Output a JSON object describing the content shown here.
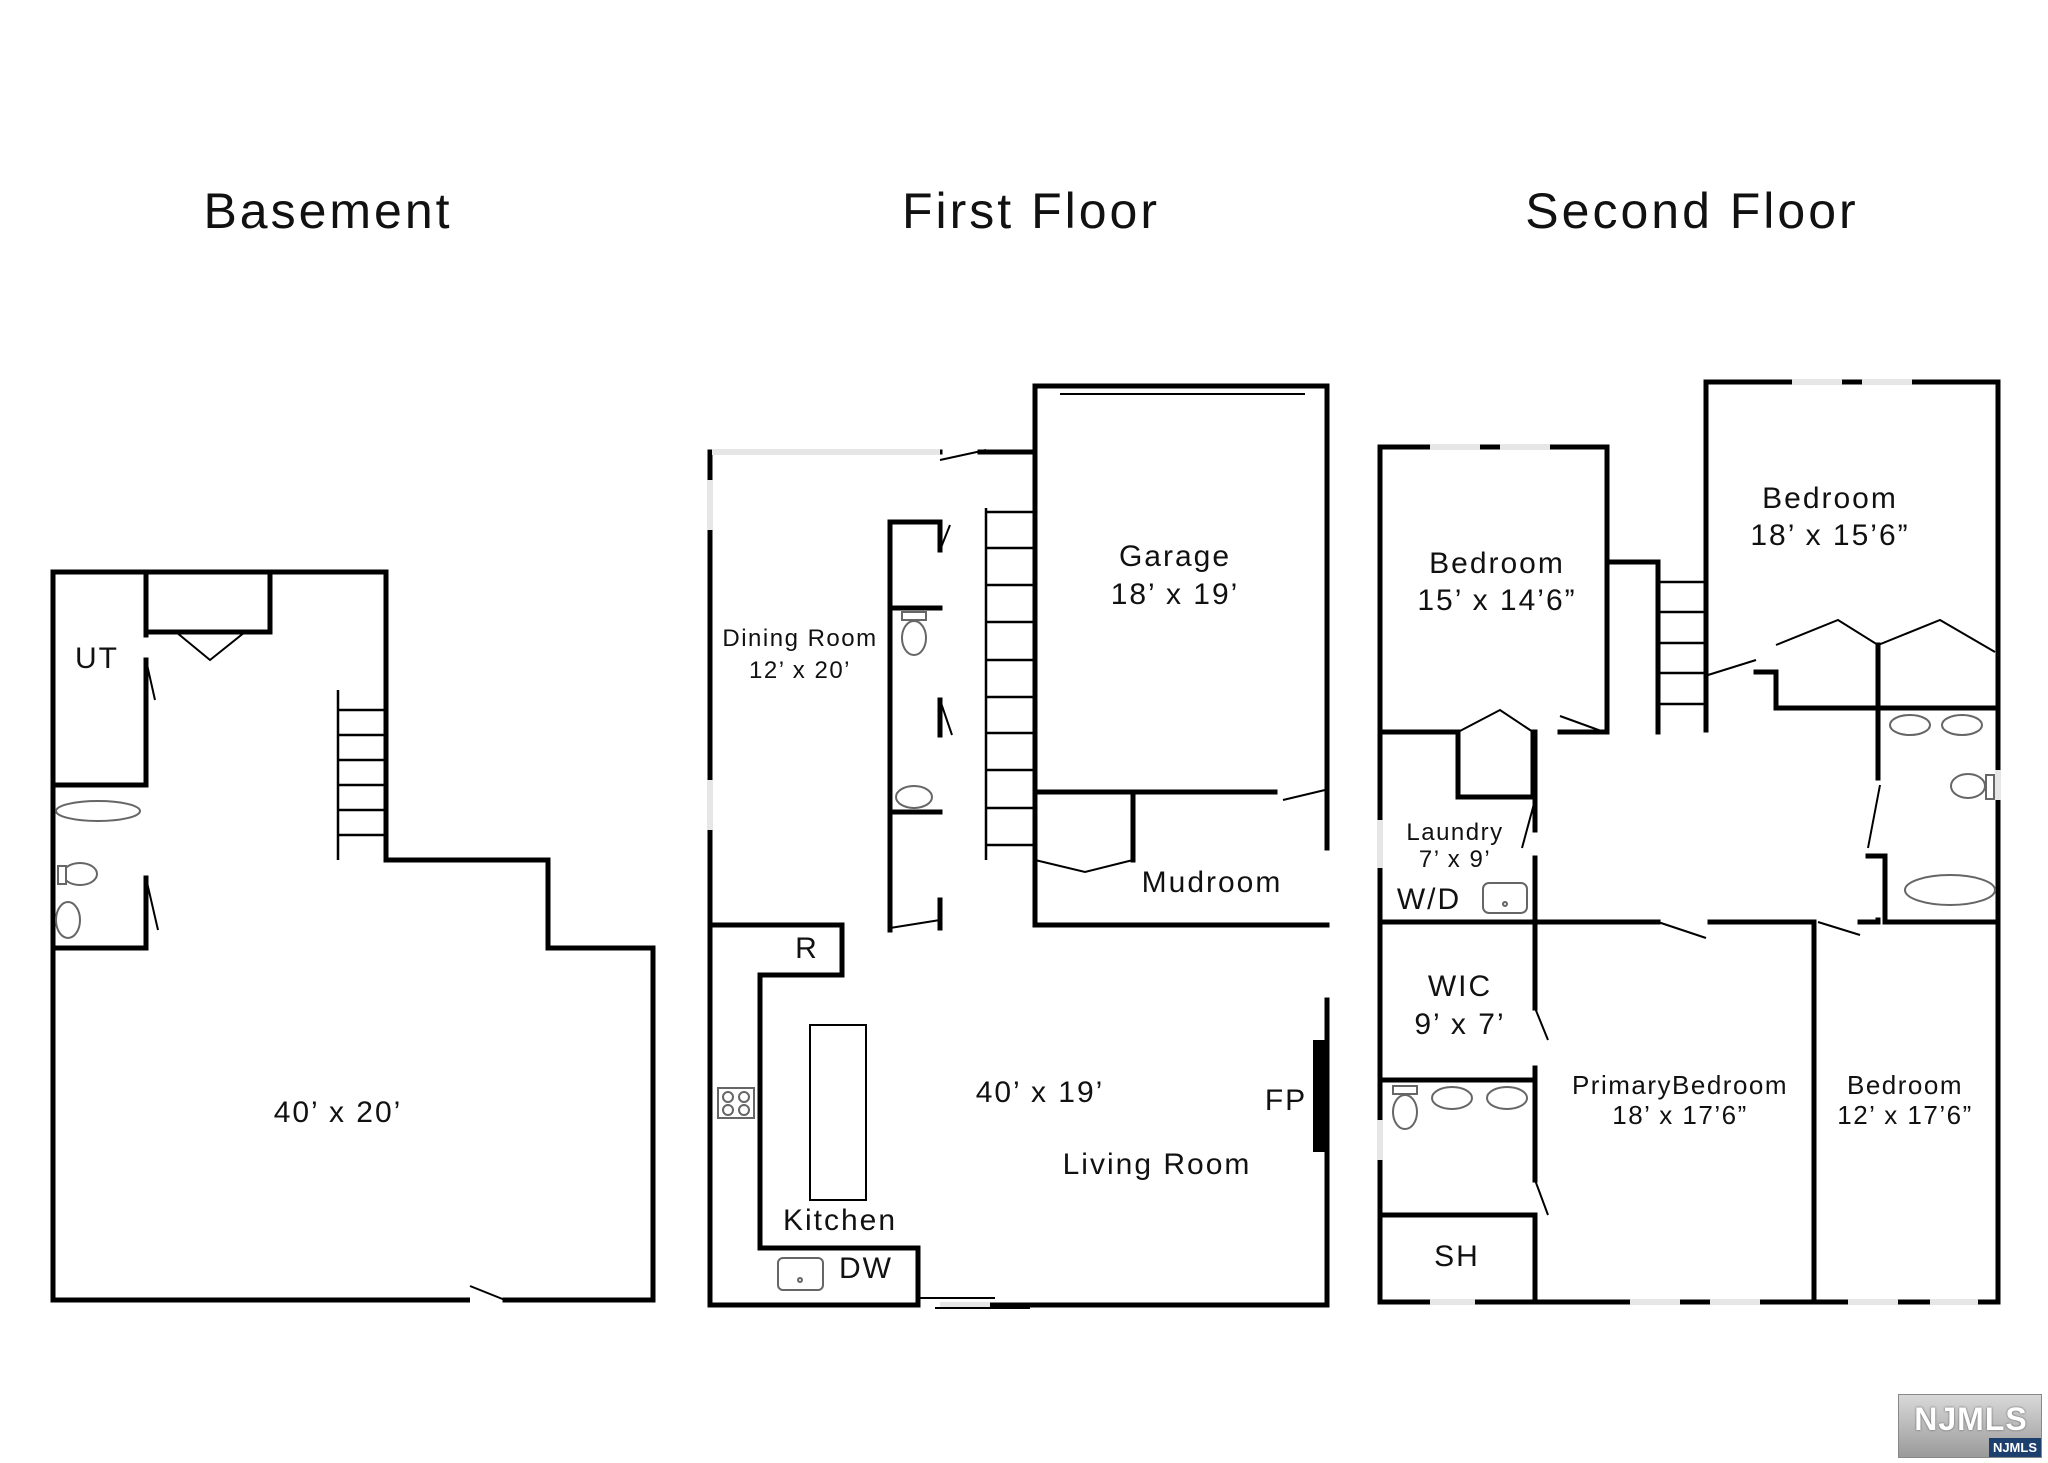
{
  "floors": [
    {
      "title": "Basement",
      "rooms": [
        {
          "name": "UT"
        },
        {
          "name": "",
          "size": "40’ x 20’"
        }
      ]
    },
    {
      "title": "First Floor",
      "rooms": [
        {
          "name": "Garage",
          "size": "18’ x 19’"
        },
        {
          "name": "Dining Room",
          "size": "12’ x 20’"
        },
        {
          "name": "Mudroom"
        },
        {
          "name": "R"
        },
        {
          "name": "Living Room",
          "size": "40’ x 19’"
        },
        {
          "name": "FP"
        },
        {
          "name": "Kitchen"
        },
        {
          "name": "DW"
        }
      ]
    },
    {
      "title": "Second Floor",
      "rooms": [
        {
          "name": "Bedroom",
          "size": "15’ x 14’6”"
        },
        {
          "name": "Bedroom",
          "size": "18’ x 15’6”"
        },
        {
          "name": "Laundry",
          "size": "7’ x 9’"
        },
        {
          "name": "W/D"
        },
        {
          "name": "WIC",
          "size": "9’ x 7’"
        },
        {
          "name": "PrimaryBedroom",
          "size": "18’ x 17’6”"
        },
        {
          "name": "Bedroom",
          "size": "12’ x 17’6”"
        },
        {
          "name": "SH"
        }
      ]
    }
  ],
  "watermark": {
    "logo": "NJMLS",
    "badge": "NJMLS"
  },
  "icons": [
    "toilet-icon",
    "sink-icon",
    "bathtub-icon",
    "stove-icon",
    "stairs-icon",
    "door-icon"
  ]
}
